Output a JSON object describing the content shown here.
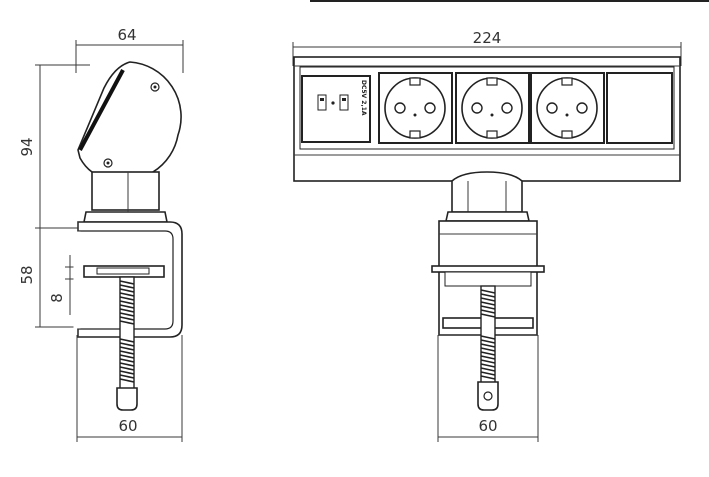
{
  "dimensions": {
    "side_top_width": "64",
    "side_height_upper": "94",
    "side_height_lower": "58",
    "side_small": "8",
    "side_bottom_width": "60",
    "front_top_width": "224",
    "front_bottom_width": "60"
  },
  "usb_module": {
    "label": "DC5V 2,1A"
  },
  "colors": {
    "line": "#222222",
    "dimension": "#3a3a3a",
    "background": "#ffffff"
  }
}
